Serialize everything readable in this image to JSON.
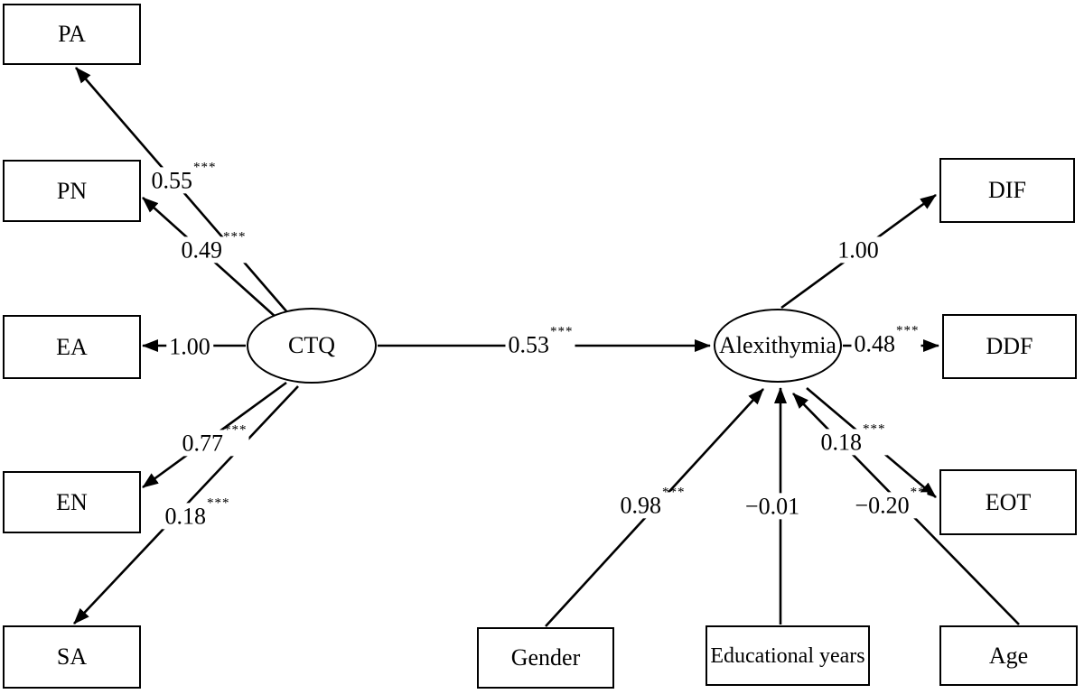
{
  "diagram": {
    "type": "structural-equation-model-path-diagram",
    "background_color": "#ffffff",
    "line_color": "#000000",
    "latent_variables": {
      "ctq": "CTQ",
      "alexithymia": "Alexithymia"
    },
    "observed_variables": {
      "pa": "PA",
      "pn": "PN",
      "ea": "EA",
      "en": "EN",
      "sa": "SA",
      "dif": "DIF",
      "ddf": "DDF",
      "eot": "EOT",
      "gender": "Gender",
      "edu": "Educational years",
      "age": "Age"
    },
    "paths": {
      "ctq_pa": {
        "from": "CTQ",
        "to": "PA",
        "value": "0.55",
        "sig": "***"
      },
      "ctq_pn": {
        "from": "CTQ",
        "to": "PN",
        "value": "0.49",
        "sig": "***"
      },
      "ctq_ea": {
        "from": "CTQ",
        "to": "EA",
        "value": "1.00",
        "sig": ""
      },
      "ctq_en": {
        "from": "CTQ",
        "to": "EN",
        "value": "0.77",
        "sig": "***"
      },
      "ctq_sa": {
        "from": "CTQ",
        "to": "SA",
        "value": "0.18",
        "sig": "***"
      },
      "ctq_alex": {
        "from": "CTQ",
        "to": "Alexithymia",
        "value": "0.53",
        "sig": "***"
      },
      "alex_dif": {
        "from": "Alexithymia",
        "to": "DIF",
        "value": "1.00",
        "sig": ""
      },
      "alex_ddf": {
        "from": "Alexithymia",
        "to": "DDF",
        "value": "0.48",
        "sig": "***"
      },
      "alex_eot": {
        "from": "Alexithymia",
        "to": "EOT",
        "value": "0.18",
        "sig": "***"
      },
      "gender_alex": {
        "from": "Gender",
        "to": "Alexithymia",
        "value": "0.98",
        "sig": "***"
      },
      "edu_alex": {
        "from": "Educational years",
        "to": "Alexithymia",
        "value": "−0.01",
        "sig": ""
      },
      "age_alex": {
        "from": "Age",
        "to": "Alexithymia",
        "value": "−0.20",
        "sig": "**"
      }
    }
  }
}
